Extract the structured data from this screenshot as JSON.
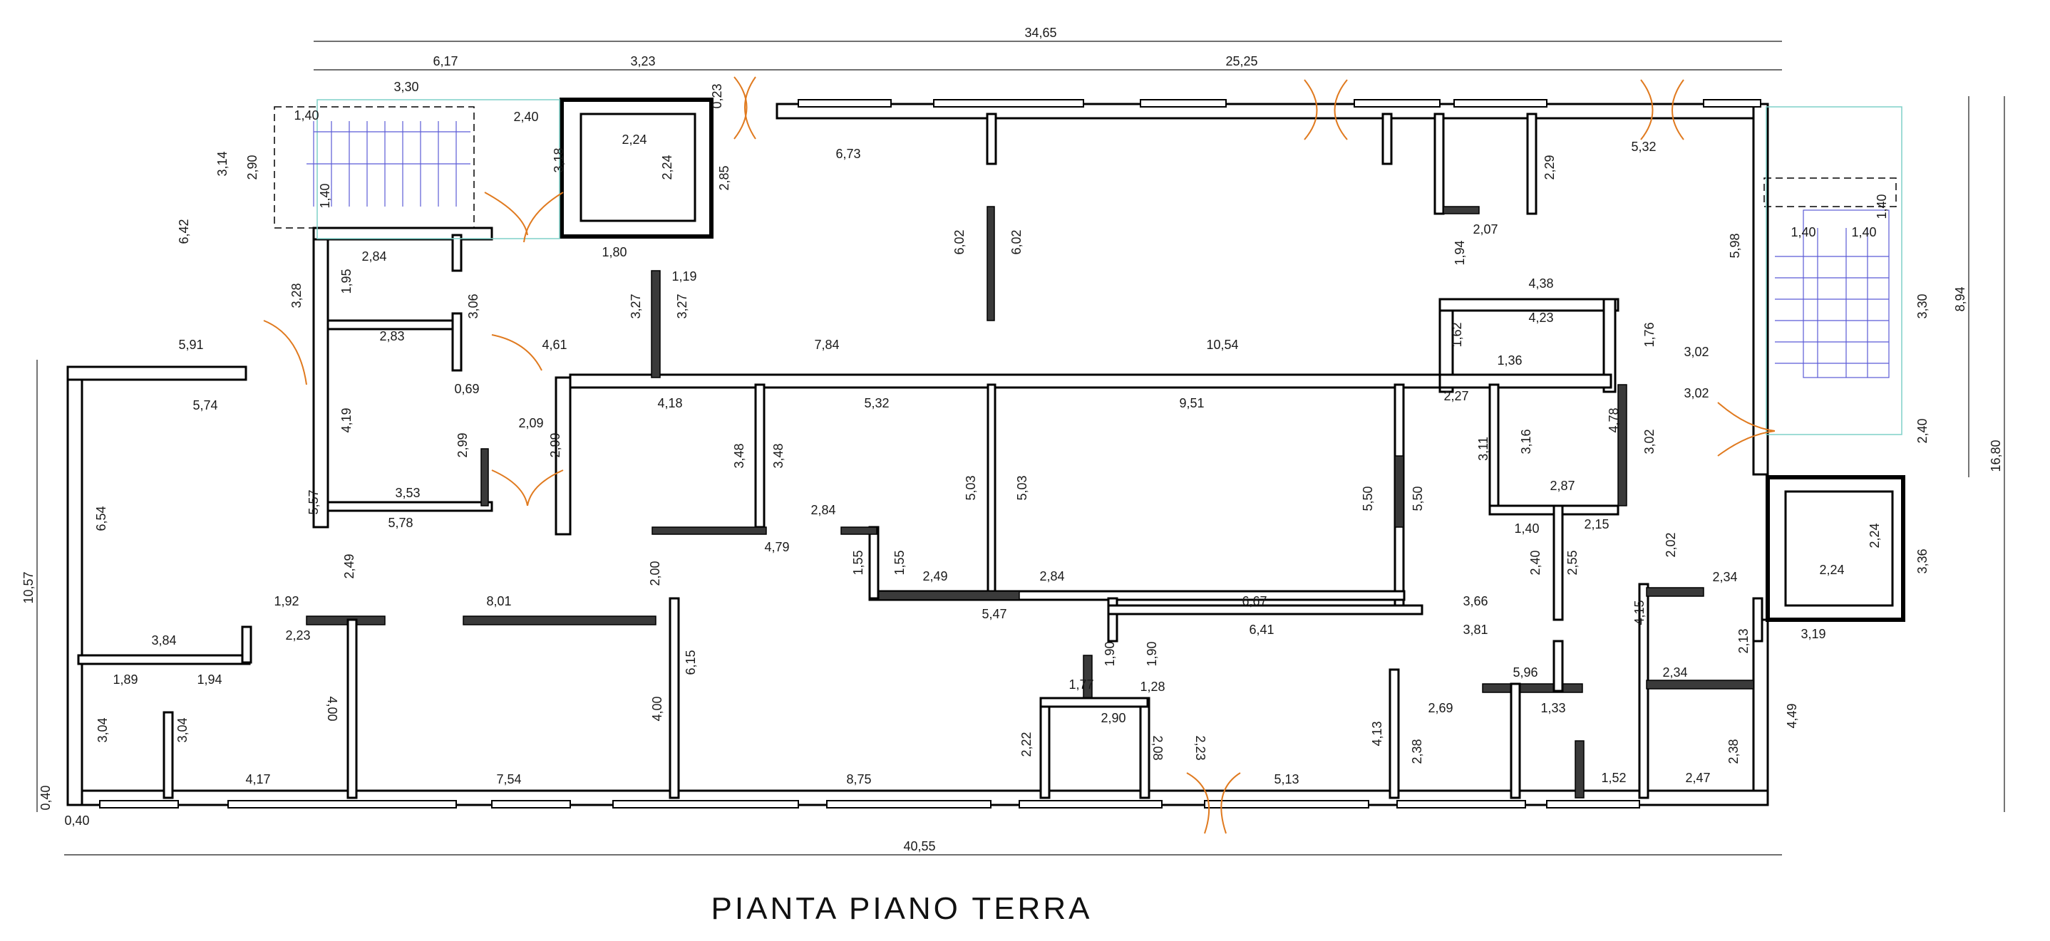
{
  "drawing": {
    "title": "PIANTA  PIANO  TERRA"
  },
  "dimensions": {
    "overall_top": "34,65",
    "top_segment_a": "6,17",
    "top_segment_b": "3,23",
    "top_segment_c": "25,25",
    "overall_bottom": "40,55",
    "left_height": "10,57",
    "right_height": "16,80",
    "right_upper": "8,94",
    "labels": [
      "3,30",
      "2,40",
      "1,40",
      "1,40",
      "2,90",
      "3,14",
      "6,42",
      "2,24",
      "2,24",
      "3,18",
      "0,23",
      "2,85",
      "6,73",
      "6,02",
      "6,02",
      "2,29",
      "5,32",
      "5,98",
      "1,40",
      "1,40",
      "1,40",
      "3,30",
      "2,84",
      "1,80",
      "1,19",
      "1,95",
      "3,28",
      "3,06",
      "3,27",
      "3,27",
      "2,07",
      "1,94",
      "4,38",
      "4,23",
      "1,76",
      "5,91",
      "2,83",
      "4,61",
      "7,84",
      "10,54",
      "1,62",
      "1,36",
      "3,02",
      "3,02",
      "5,74",
      "0,69",
      "4,18",
      "5,32",
      "9,51",
      "2,27",
      "4,78",
      "2,09",
      "2,99",
      "2,99",
      "4,19",
      "3,48",
      "3,48",
      "3,16",
      "3,11",
      "3,02",
      "2,40",
      "5,03",
      "5,03",
      "5,50",
      "5,50",
      "3,53",
      "2,84",
      "2,87",
      "5,57",
      "5,78",
      "4,79",
      "1,40",
      "2,15",
      "2,02",
      "2,24",
      "2,24",
      "3,36",
      "6,54",
      "2,49",
      "1,55",
      "1,55",
      "2,49",
      "2,84",
      "2,55",
      "2,40",
      "2,00",
      "1,92",
      "8,01",
      "6,67",
      "3,66",
      "4,15",
      "2,34",
      "5,47",
      "2,23",
      "6,41",
      "3,81",
      "2,13",
      "3,19",
      "3,84",
      "6,15",
      "1,90",
      "1,90",
      "1,89",
      "1,94",
      "1,77",
      "1,28",
      "5,96",
      "2,34",
      "4,00",
      "4,00",
      "2,90",
      "2,69",
      "1,33",
      "3,04",
      "3,04",
      "2,22",
      "2,08",
      "2,23",
      "4,13",
      "2,38",
      "2,38",
      "4,49",
      "4,17",
      "7,54",
      "8,75",
      "5,13",
      "1,52",
      "2,47",
      "0,40",
      "0,40"
    ]
  }
}
